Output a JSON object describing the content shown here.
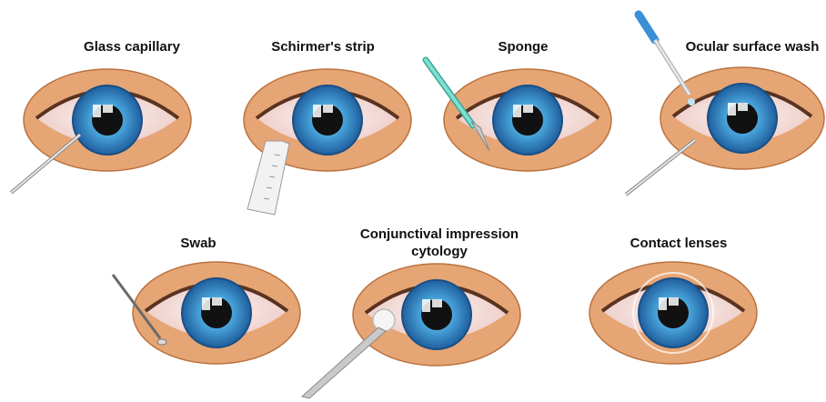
{
  "panels": [
    {
      "id": "glass-capillary",
      "label": "Glass capillary",
      "tool": "glass-capillary"
    },
    {
      "id": "schirmers-strip",
      "label": "Schirmer's strip",
      "tool": "schirmer-strip"
    },
    {
      "id": "sponge",
      "label": "Sponge",
      "tool": "sponge"
    },
    {
      "id": "ocular-surface-wash",
      "label": "Ocular surface wash",
      "tool": "pipette-and-capillary"
    },
    {
      "id": "swab",
      "label": "Swab",
      "tool": "swab"
    },
    {
      "id": "conjunctival-impression-cytology",
      "label_line1": "Conjunctival impression",
      "label_line2": "cytology",
      "tool": "forceps-with-membrane"
    },
    {
      "id": "contact-lenses",
      "label": "Contact lenses",
      "tool": "contact-lens"
    }
  ],
  "colors": {
    "skin": "#e8a97a",
    "skin_dark": "#c97a4a",
    "sclera": "#f7e7e4",
    "iris_outer": "#1f6fb4",
    "iris_inner": "#5fb4e6",
    "pupil": "#111111",
    "tool_metal": "#d9d9d9",
    "sponge_handle": "#6fd1c0",
    "pipette_blue": "#3a8fd6"
  }
}
